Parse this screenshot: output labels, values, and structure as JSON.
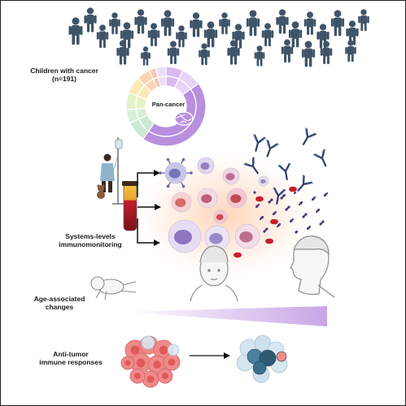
{
  "cohort": {
    "title": "Children with cancer",
    "count": "(n=191)"
  },
  "wheel": {
    "center_label": "Pan-cancer"
  },
  "sections": {
    "immuno": {
      "line1": "Systems-levels",
      "line2": "immunomonitoring"
    },
    "age": {
      "line1": "Age-associated",
      "line2": "changes"
    },
    "tumor": {
      "line1": "Anti-tumor",
      "line2": "immune responses"
    }
  },
  "colors": {
    "people": "#3f5468",
    "wheel_purple": "#b98fe0",
    "blood_red": "#c41e2a",
    "age_gradient_end": "#c9a6e6",
    "tumor_cell": "#f08a8a",
    "tcell": "#3a6f8c"
  },
  "icons": [
    "person-icon",
    "pan-cancer-wheel",
    "brain-icon",
    "iv-bag-icon",
    "blood-tube-icon",
    "antibody-icon",
    "immune-cell-icon",
    "infant-icon",
    "child-face-icon",
    "adolescent-face-icon",
    "arrow-icon",
    "tumor-cluster-icon",
    "t-cell-icon"
  ]
}
